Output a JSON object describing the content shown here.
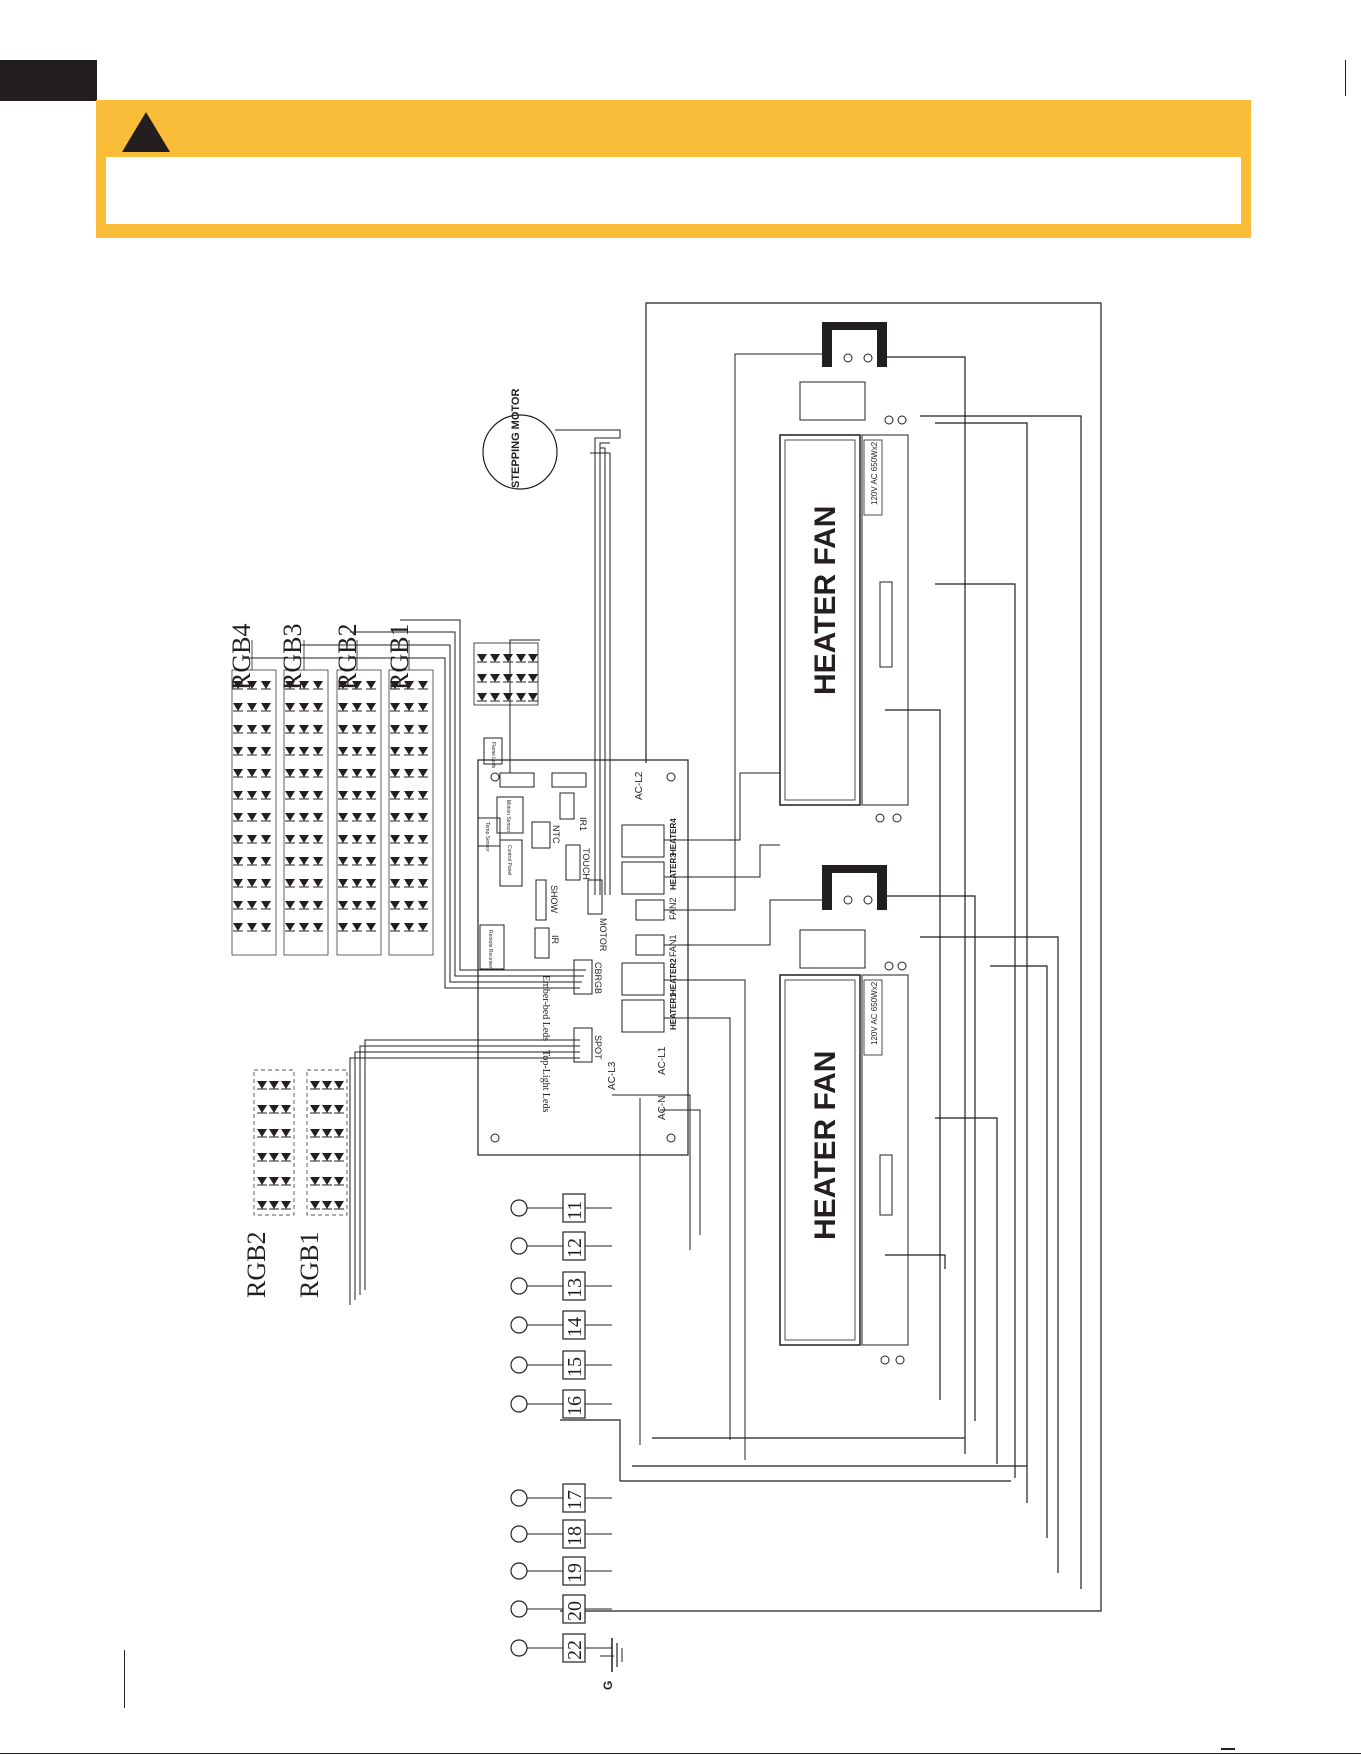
{
  "warning": {
    "title": "",
    "text": "",
    "icon": "warning-triangle-icon",
    "accent_color": "#f9bd3a"
  },
  "diagram": {
    "led_groups_upper": [
      "RGB4",
      "RGB3",
      "RGB2",
      "RGB1"
    ],
    "led_groups_lower": [
      "RGB2",
      "RGB1"
    ],
    "stepping_motor": "STEPPING MOTOR",
    "heater_fan_label": "HEATER FAN",
    "heater_element_label": "120V AC 650Wx2",
    "board_labels": {
      "ac_l2": "AC-L2",
      "ac_l3": "AC-L3",
      "ac_l1": "AC-L1",
      "ac_n": "AC-N",
      "heater4": "HEATER4",
      "heater3": "HEATER3",
      "heater2": "HEATER2",
      "heater1": "HEATER1",
      "fan2": "FAN2",
      "fan1": "FAN1",
      "motor": "MOTOR",
      "touch": "TOUCH",
      "show": "SHOW",
      "ntc": "NTC",
      "ir1": "IR1",
      "ir": "IR",
      "cbrgb": "CBRGB",
      "spot": "SPOT",
      "ember_bed": "Ember-bed Leds",
      "top_light": "Top-Light Leds",
      "touch_panel": "Control Panel",
      "remote_receiver": "Remote Receiver",
      "temp_sensor": "Temp Sensor",
      "motor_sensor": "Motion Sensor",
      "flame_leds": "Flame Leds"
    },
    "terminals": [
      "11",
      "12",
      "13",
      "14",
      "15",
      "16",
      "17",
      "18",
      "19",
      "20",
      "22"
    ],
    "ground_label": "G"
  }
}
